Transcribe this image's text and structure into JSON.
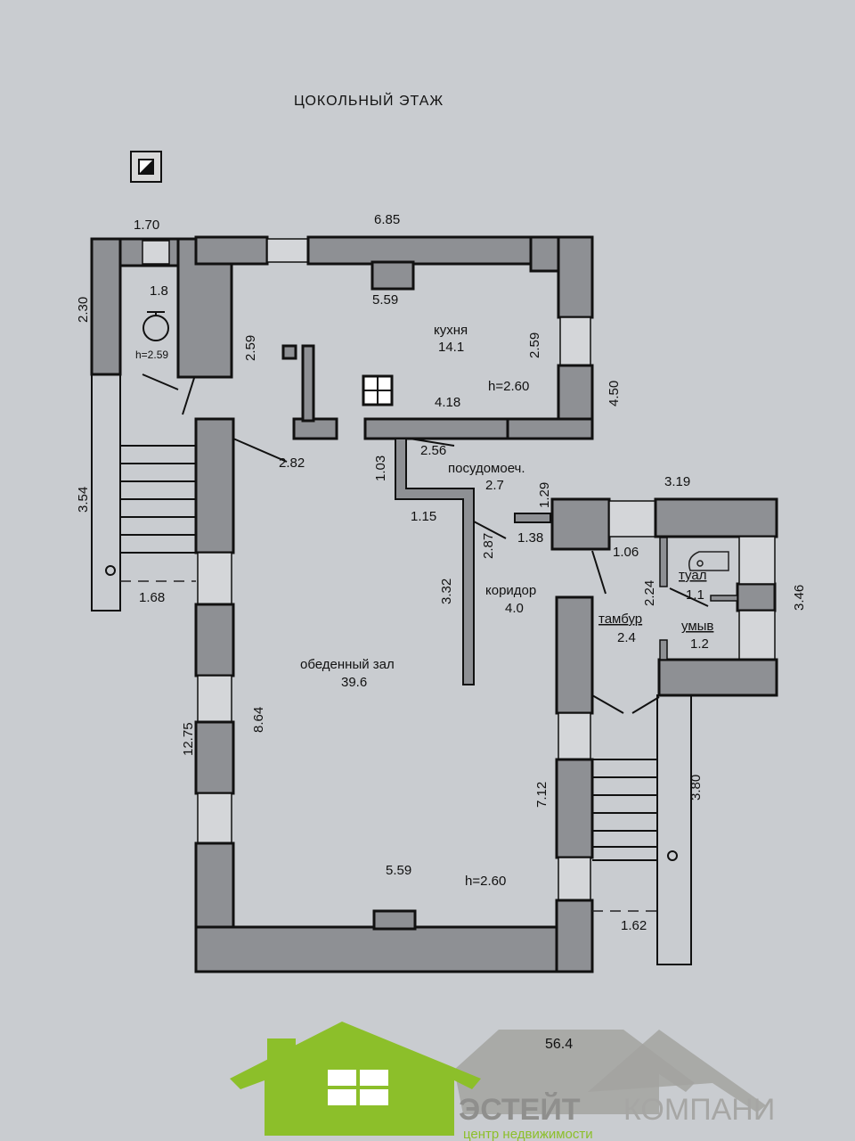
{
  "title": "ЦОКОЛЬНЫЙ   ЭТАЖ",
  "rooms": {
    "small_room_area": "1.8",
    "small_room_height": "h=2.59",
    "kitchen_name": "кухня",
    "kitchen_area": "14.1",
    "kitchen_height": "h=2.60",
    "dish_name": "посудомоеч.",
    "dish_area": "2.7",
    "corridor_name": "коридор",
    "corridor_area": "4.0",
    "dining_name": "обеденный зал",
    "dining_area": "39.6",
    "dining_height": "h=2.60",
    "vestibule_name": "тамбур",
    "vestibule_area": "2.4",
    "toilet_name": "туал",
    "toilet_area": "1.1",
    "wash_name": "умыв",
    "wash_area": "1.2"
  },
  "dimensions": {
    "d170": "1.70",
    "d685": "6.85",
    "d230": "2.30",
    "d559a": "5.59",
    "d259a": "2.59",
    "d259b": "2.59",
    "d418": "4.18",
    "d450": "4.50",
    "d354": "3.54",
    "d282": "2.82",
    "d103": "1.03",
    "d256": "2.56",
    "d129": "1.29",
    "d319": "3.19",
    "d115": "1.15",
    "d138": "1.38",
    "d287": "2.87",
    "d332": "3.32",
    "d106": "1.06",
    "d224": "2.24",
    "d346": "3.46",
    "d168": "1.68",
    "d864": "8.64",
    "d1275": "12.75",
    "d712": "7.12",
    "d380": "3.80",
    "d559b": "5.59",
    "d162": "1.62",
    "total": "56.4"
  },
  "logo": {
    "brand_dark": "ЭСТЕЙТ",
    "brand_light": "КОМПАНИ",
    "tagline": "центр недвижимости",
    "green": "#8cbf2a",
    "gray": "#a3a3a0"
  }
}
